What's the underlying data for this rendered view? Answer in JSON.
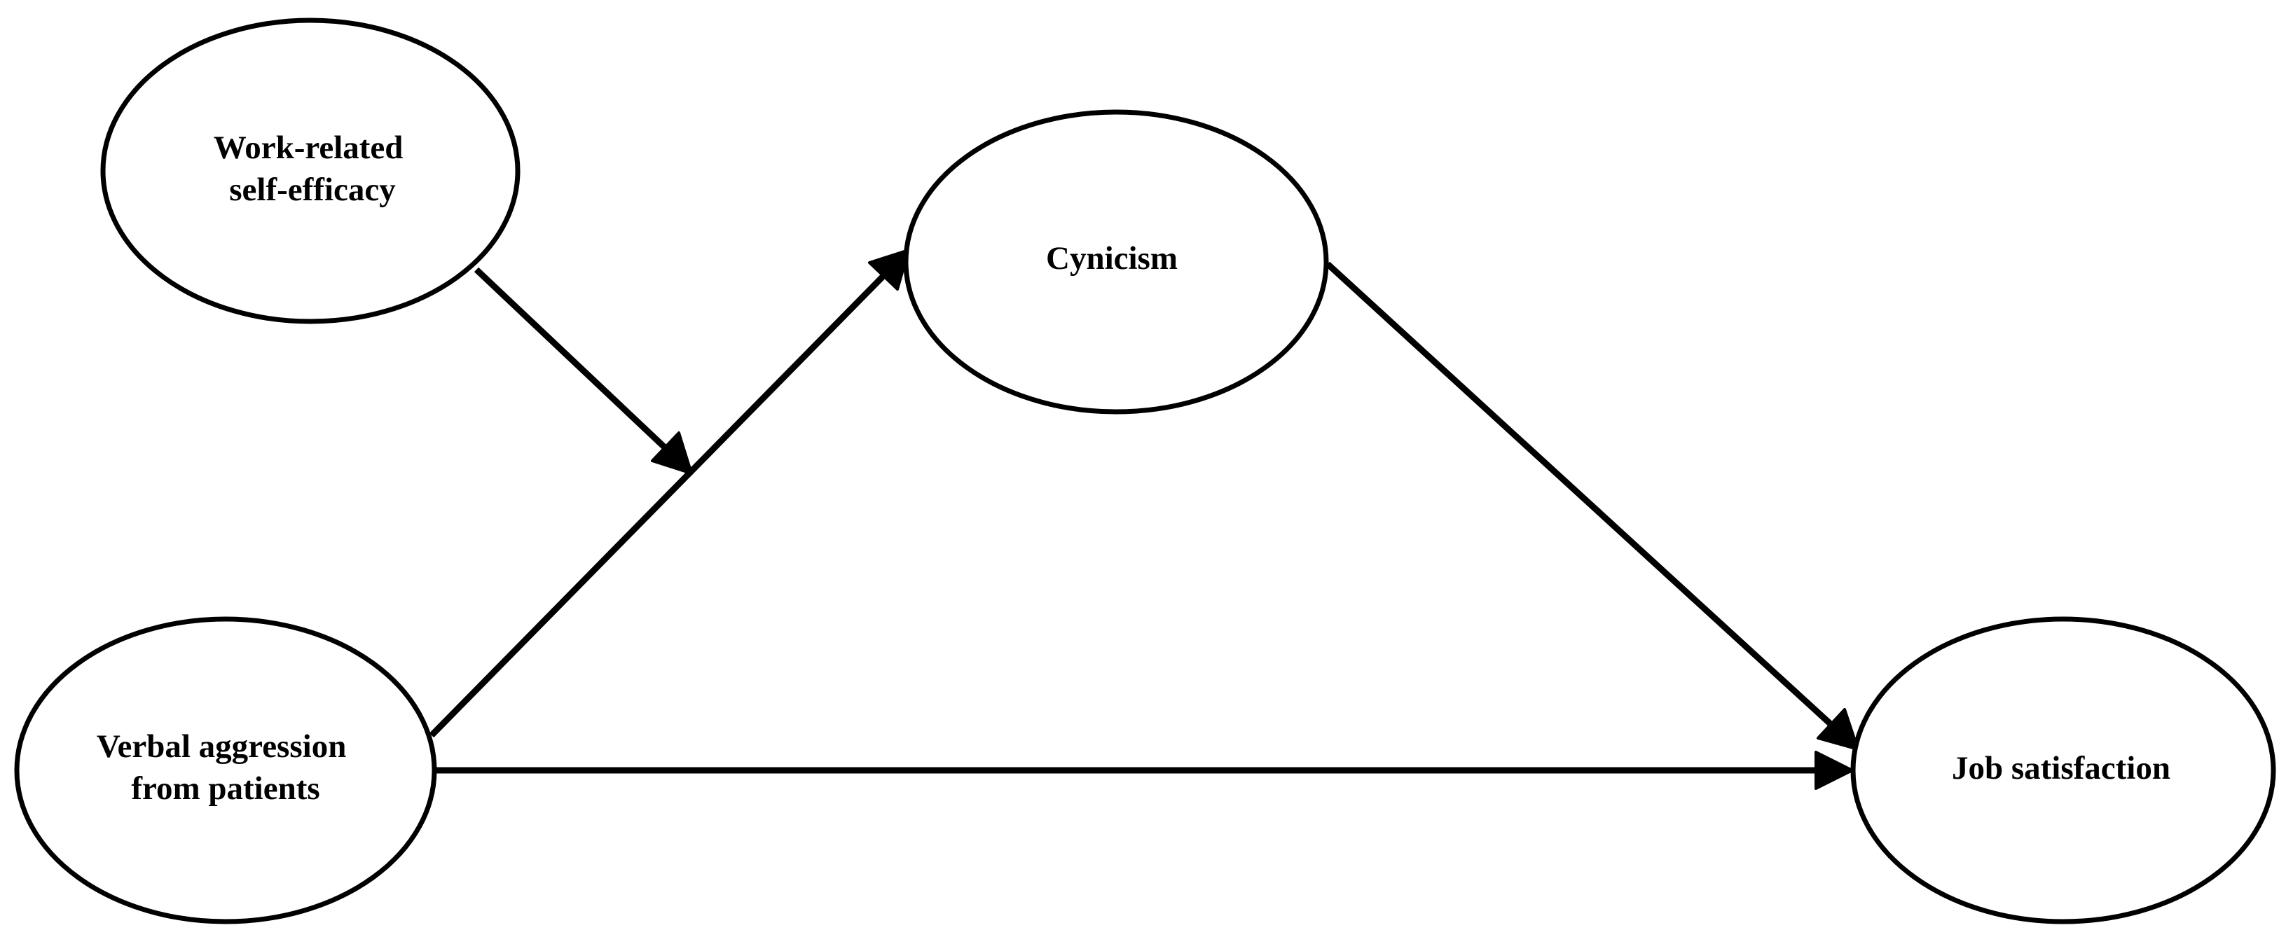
{
  "diagram": {
    "nodes": {
      "self_efficacy": {
        "lines": [
          "Work-related",
          "self-efficacy"
        ]
      },
      "cynicism": {
        "lines": [
          "Cynicism"
        ]
      },
      "verbal_aggression": {
        "lines": [
          "Verbal aggression",
          "from patients"
        ]
      },
      "job_satisfaction": {
        "lines": [
          "Job satisfaction"
        ]
      }
    },
    "edges": [
      {
        "from": "verbal_aggression",
        "to": "cynicism"
      },
      {
        "from": "cynicism",
        "to": "job_satisfaction"
      },
      {
        "from": "verbal_aggression",
        "to": "job_satisfaction"
      },
      {
        "from": "self_efficacy",
        "to": "verbal_aggression->cynicism",
        "kind": "moderation"
      }
    ],
    "colors": {
      "stroke": "#000000",
      "fill": "#ffffff",
      "text": "#000000"
    }
  }
}
